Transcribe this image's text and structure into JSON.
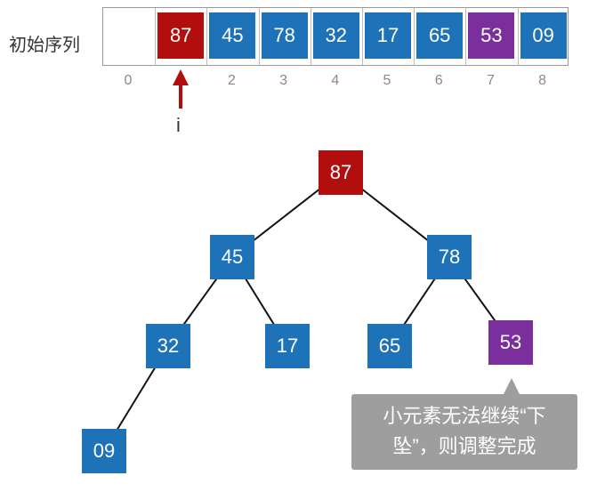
{
  "sequence_label": "初始序列",
  "array": {
    "indices": [
      "0",
      "1",
      "2",
      "3",
      "4",
      "5",
      "6",
      "7",
      "8"
    ],
    "cells": [
      {
        "value": "",
        "color": "#ffffff"
      },
      {
        "value": "87",
        "color": "#b30e0e"
      },
      {
        "value": "45",
        "color": "#1e72b8"
      },
      {
        "value": "78",
        "color": "#1e72b8"
      },
      {
        "value": "32",
        "color": "#1e72b8"
      },
      {
        "value": "17",
        "color": "#1e72b8"
      },
      {
        "value": "65",
        "color": "#1e72b8"
      },
      {
        "value": "53",
        "color": "#7b2f9c"
      },
      {
        "value": "09",
        "color": "#1e72b8"
      }
    ]
  },
  "pointer": {
    "label": "i",
    "color": "#b30e0e"
  },
  "tree": {
    "nodes": [
      {
        "value": "87",
        "color": "#b30e0e"
      },
      {
        "value": "45",
        "color": "#1e72b8"
      },
      {
        "value": "78",
        "color": "#1e72b8"
      },
      {
        "value": "32",
        "color": "#1e72b8"
      },
      {
        "value": "17",
        "color": "#1e72b8"
      },
      {
        "value": "65",
        "color": "#1e72b8"
      },
      {
        "value": "53",
        "color": "#7b2f9c"
      },
      {
        "value": "09",
        "color": "#1e72b8"
      }
    ]
  },
  "tooltip": {
    "line1": "小元素无法继续“下",
    "line2": "坠”，则调整完成"
  }
}
